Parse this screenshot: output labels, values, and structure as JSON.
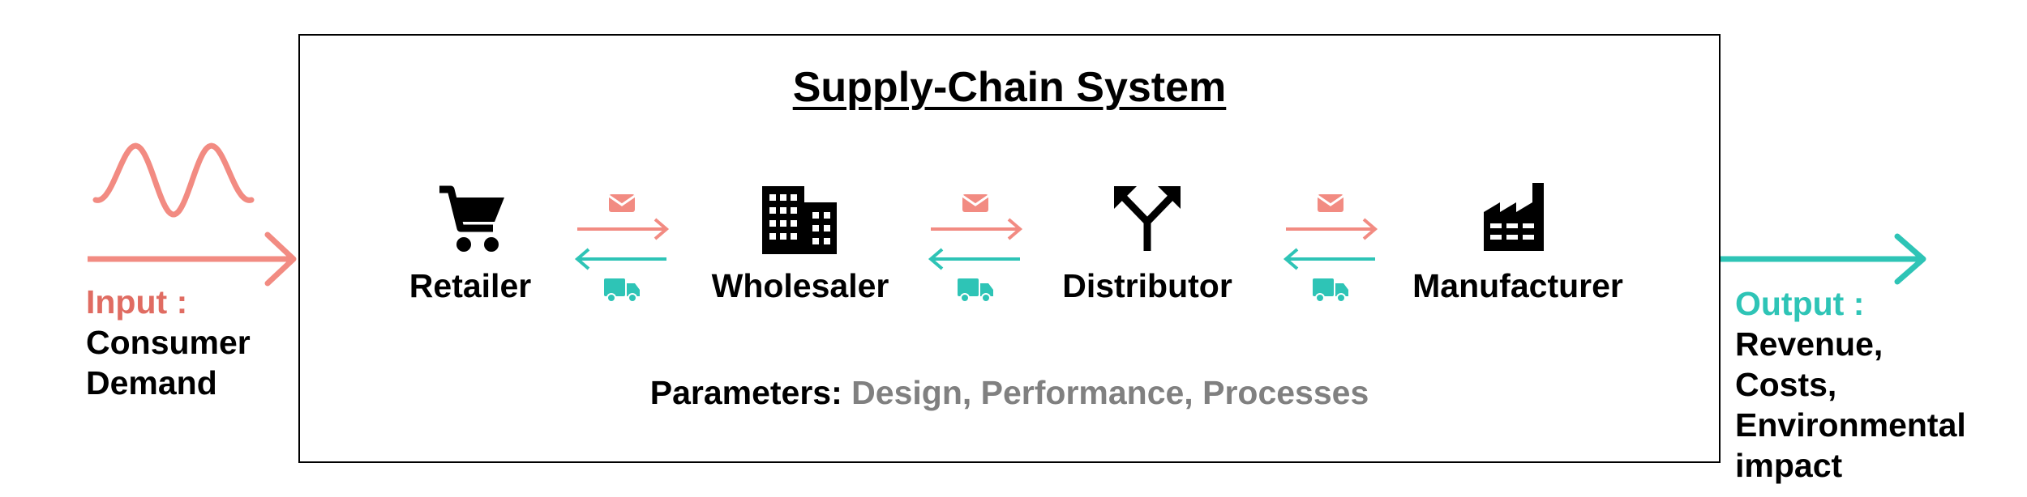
{
  "diagram": {
    "title": "Supply-Chain System",
    "nodes": [
      {
        "label": "Retailer",
        "icon": "shopping-cart-icon"
      },
      {
        "label": "Wholesaler",
        "icon": "building-icon"
      },
      {
        "label": "Distributor",
        "icon": "route-split-icon"
      },
      {
        "label": "Manufacturer",
        "icon": "factory-icon"
      }
    ],
    "links": [
      {
        "forward_icon": "mail-icon",
        "backward_icon": "truck-icon"
      },
      {
        "forward_icon": "mail-icon",
        "backward_icon": "truck-icon"
      },
      {
        "forward_icon": "mail-icon",
        "backward_icon": "truck-icon"
      }
    ],
    "parameters": {
      "label": "Parameters:",
      "value": "Design, Performance, Processes"
    },
    "input": {
      "label": "Input :",
      "lines": [
        "Consumer",
        "Demand"
      ],
      "icon": "sine-wave-icon"
    },
    "output": {
      "label": "Output :",
      "lines": [
        "Revenue,",
        "Costs,",
        "Environmental",
        "impact"
      ]
    },
    "colors": {
      "input": "#f28b82",
      "input_text": "#e06c62",
      "output": "#2ec4b6",
      "gray": "#808080",
      "black": "#000000"
    }
  }
}
